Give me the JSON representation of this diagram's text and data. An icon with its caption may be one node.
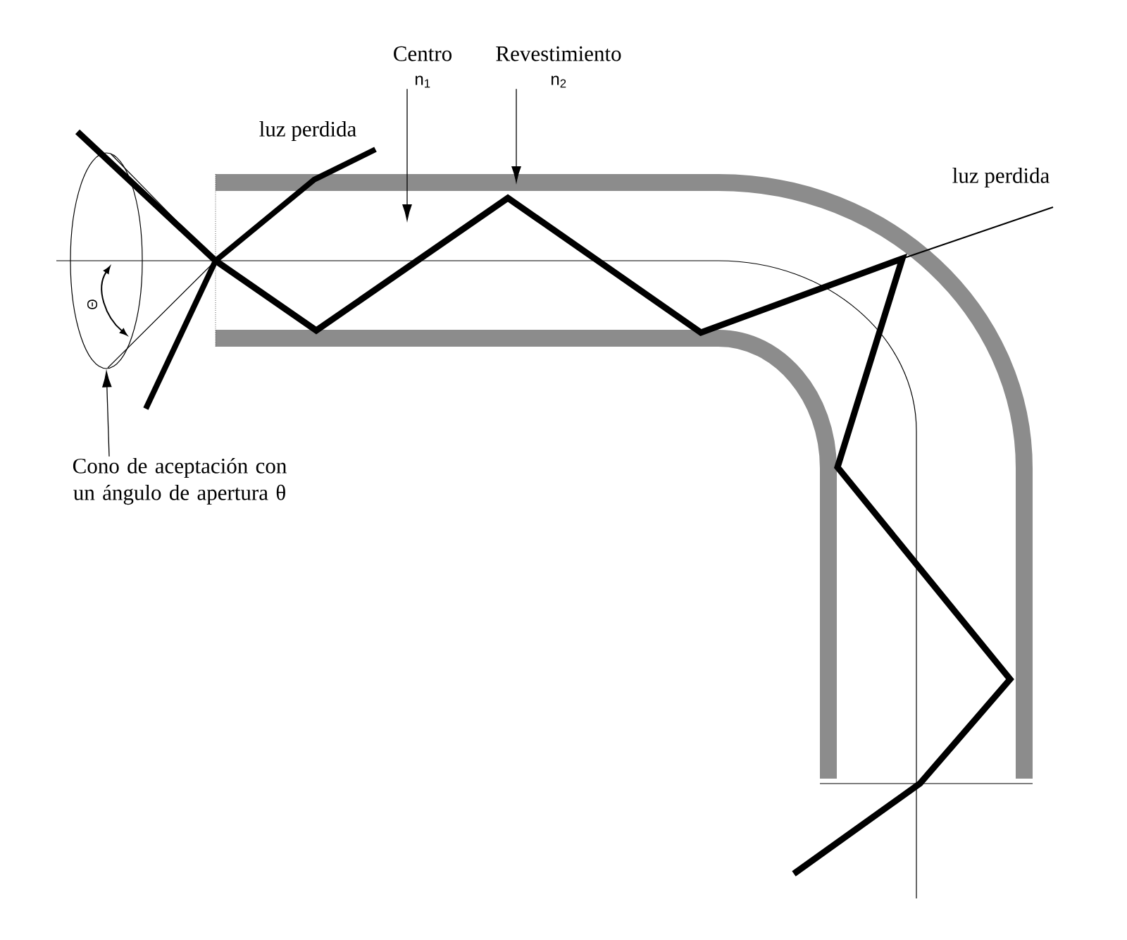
{
  "diagram": {
    "nodes": [
      {
        "text": [
          "Centro",
          "n$_{1}$"
        ]
      },
      {
        "text": [
          "Revestimiento",
          "n$_{2}$"
        ]
      },
      {
        "text": [
          "Cono de aceptación con un ángulo de apertura θ"
        ]
      },
      {
        "text": [],
        "shape": "cone"
      }
    ],
    "edges": [
      {
        "from": 0,
        "to": null,
        "arrow": "to"
      },
      {
        "from": 1,
        "to": null,
        "arrow": "to"
      },
      {
        "from": 2,
        "to": 3,
        "arrow": "to"
      }
    ],
    "labels": [
      "luz perdida",
      "luz perdida",
      "Θ"
    ]
  }
}
